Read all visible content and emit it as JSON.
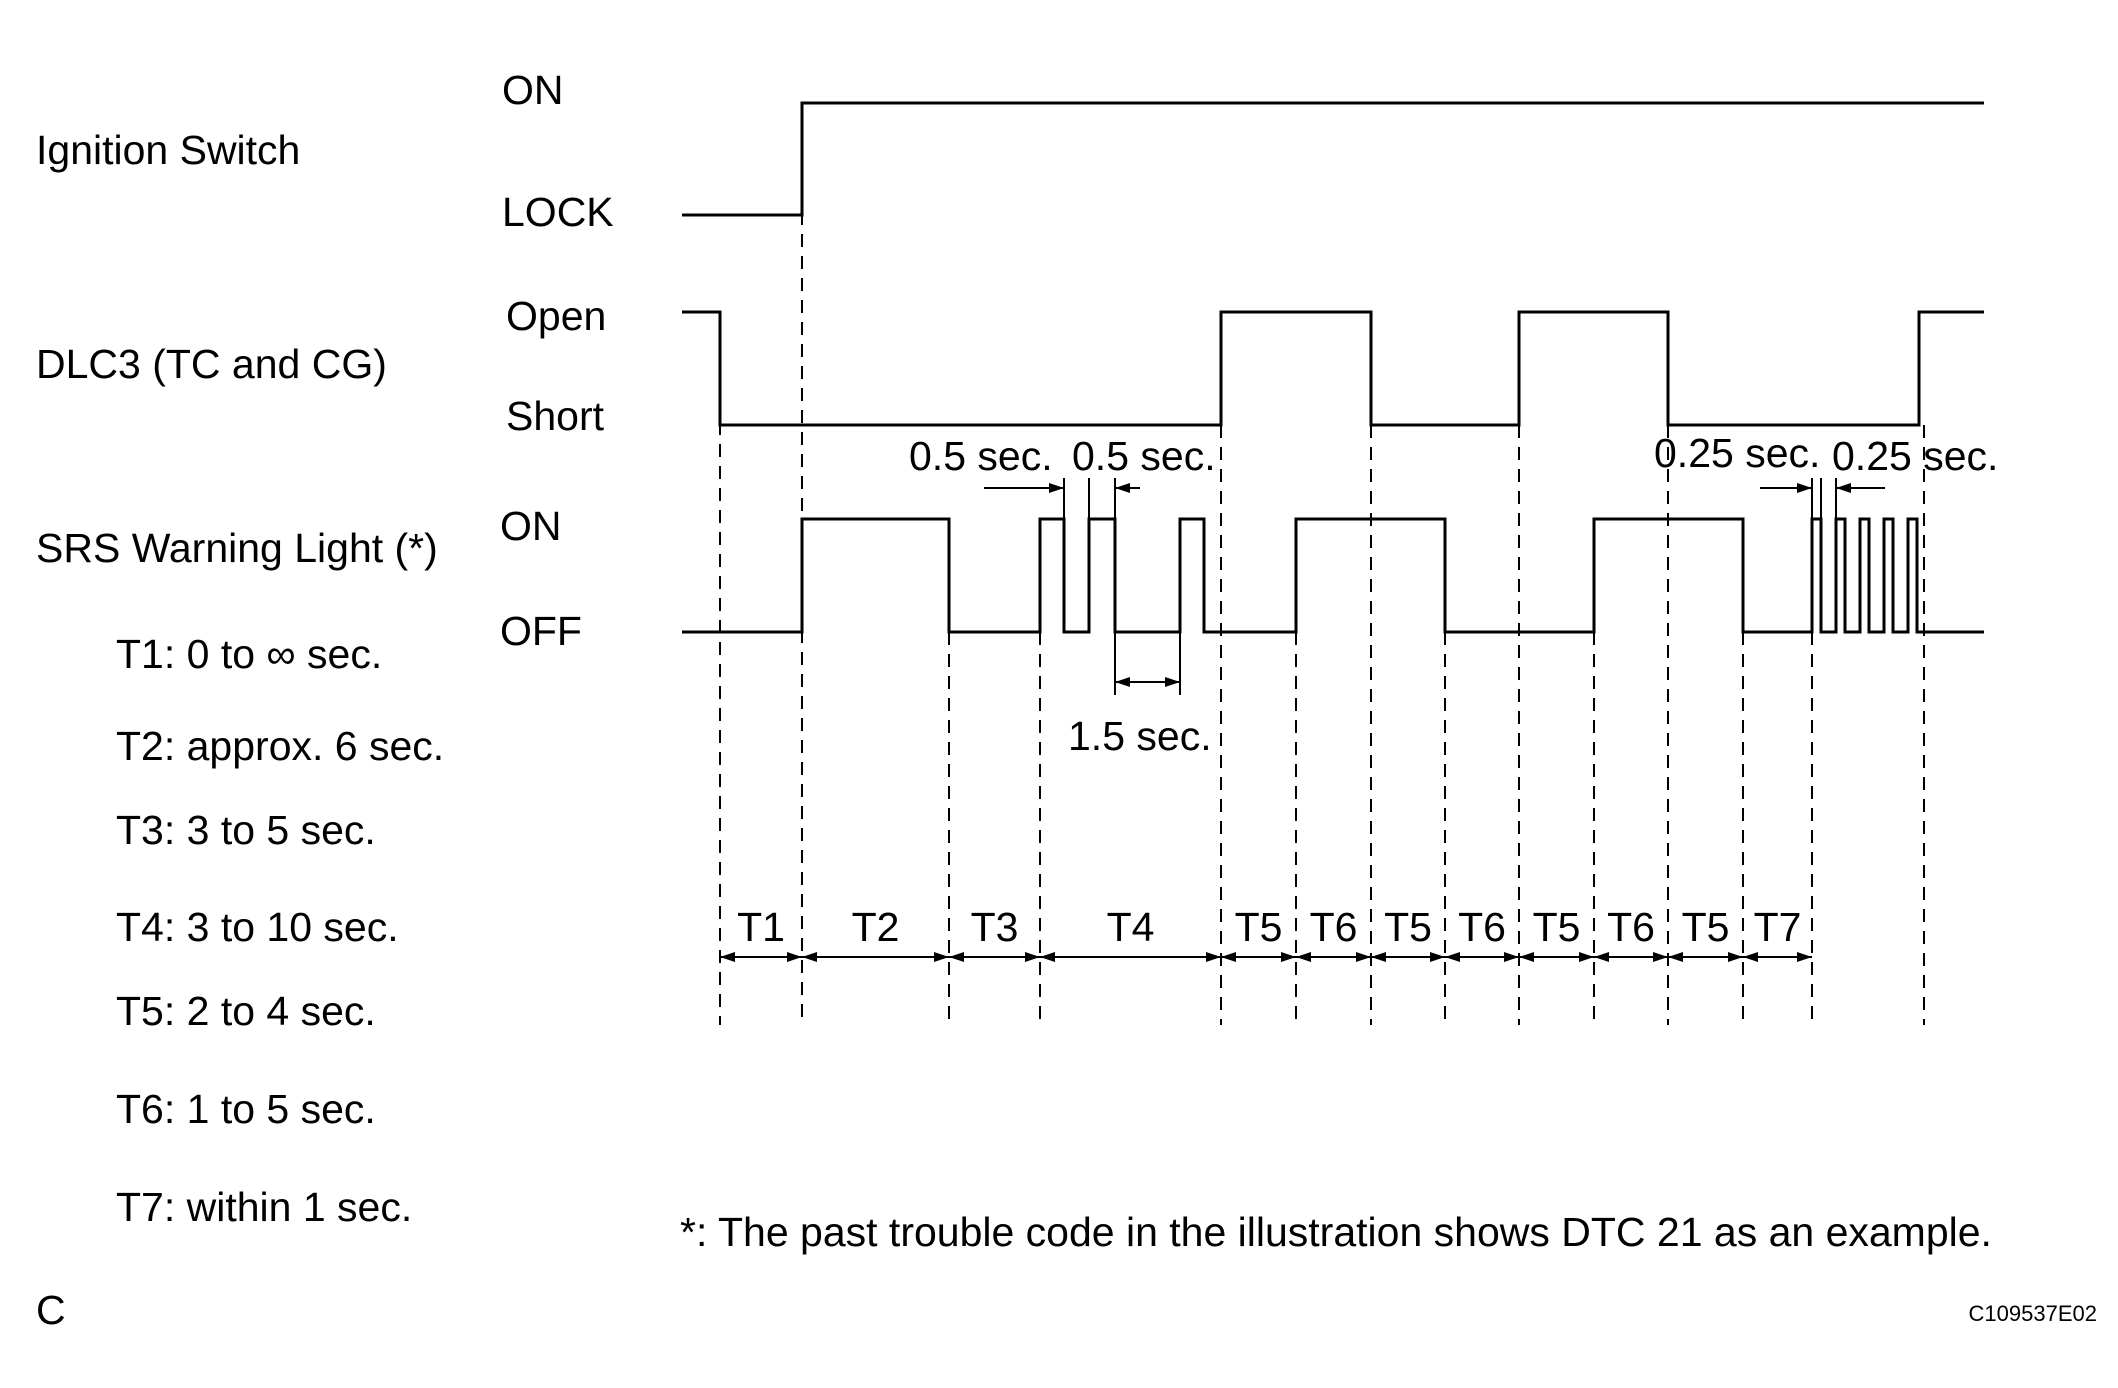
{
  "signals": {
    "ignition": {
      "name": "Ignition Switch",
      "high": "ON",
      "low": "LOCK"
    },
    "dlc3": {
      "name": "DLC3 (TC and CG)",
      "high": "Open",
      "low": "Short"
    },
    "srs": {
      "name": "SRS Warning Light (*)",
      "high": "ON",
      "low": "OFF"
    }
  },
  "legend": [
    "T1: 0 to ∞ sec.",
    "T2: approx. 6 sec.",
    "T3: 3 to 5 sec.",
    "T4: 3 to 10 sec.",
    "T5: 2 to 4 sec.",
    "T6: 1 to 5 sec.",
    "T7: within 1 sec."
  ],
  "annotations": {
    "pulse_a": "0.5 sec.",
    "pulse_b": "0.5 sec.",
    "gap": "1.5 sec.",
    "fast_a": "0.25 sec.",
    "fast_b": "0.25 sec."
  },
  "intervals": [
    "T1",
    "T2",
    "T3",
    "T4",
    "T5",
    "T6",
    "T5",
    "T6",
    "T5",
    "T6",
    "T5",
    "T7"
  ],
  "footnote": "*: The past trouble code in the illustration shows DTC 21 as an example.",
  "corner_letter": "C",
  "figure_code": "C109537E02"
}
